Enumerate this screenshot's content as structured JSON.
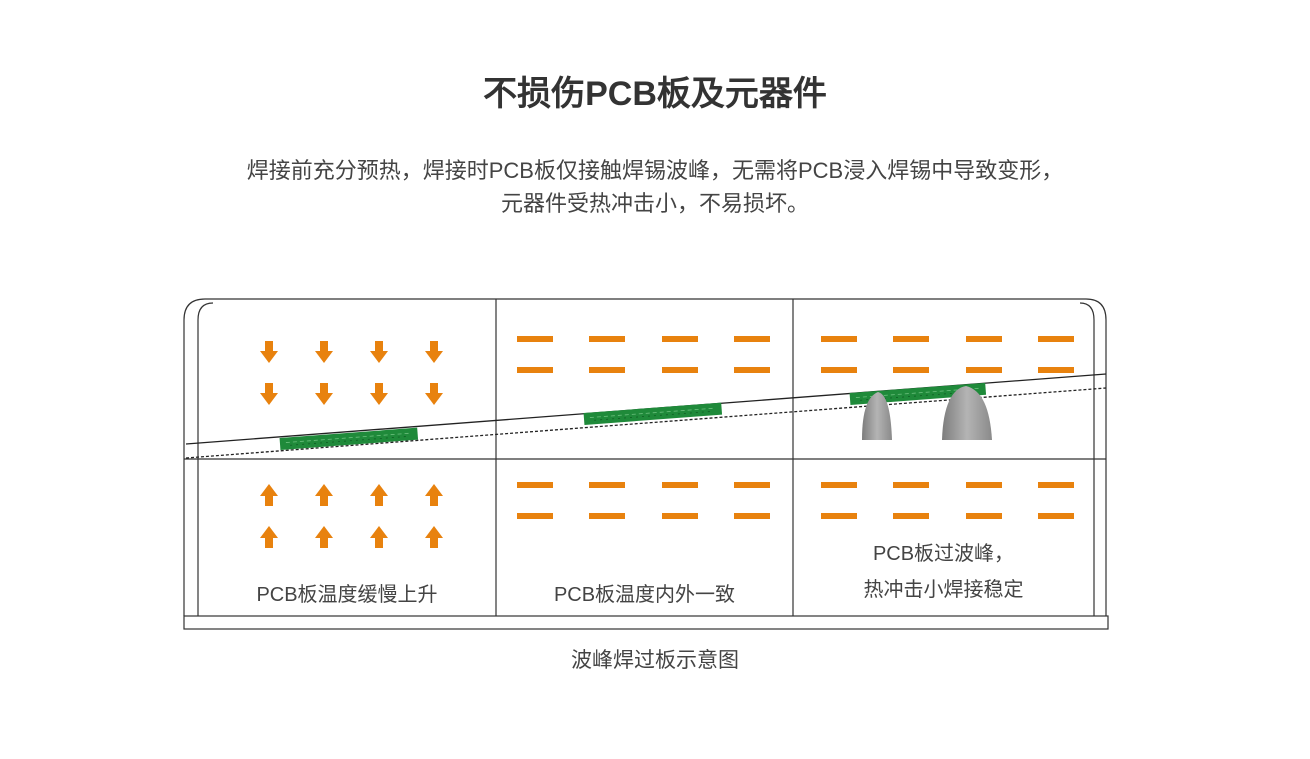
{
  "title": "不损伤PCB板及元器件",
  "description": {
    "line1": "焊接前充分预热，焊接时PCB板仅接触焊锡波峰，无需将PCB浸入焊锡中导致变形，",
    "line2": "元器件受热冲击小，不易损坏。"
  },
  "diagram": {
    "zones": [
      {
        "label_lines": [
          "PCB板温度缓慢上升"
        ]
      },
      {
        "label_lines": [
          "PCB板温度内外一致"
        ]
      },
      {
        "label_lines": [
          "PCB板过波峰，",
          "热冲击小焊接稳定"
        ]
      }
    ],
    "caption": "波峰焊过板示意图"
  },
  "colors": {
    "accent": "#E8820E",
    "pcb_green": "#1F8A3A",
    "solder_wave_gray": "#9A9A9A",
    "line": "#333333"
  },
  "icons": {
    "heat_down": "arrow-down-icon",
    "heat_up": "arrow-up-icon",
    "heat_even": "dash-icon"
  }
}
